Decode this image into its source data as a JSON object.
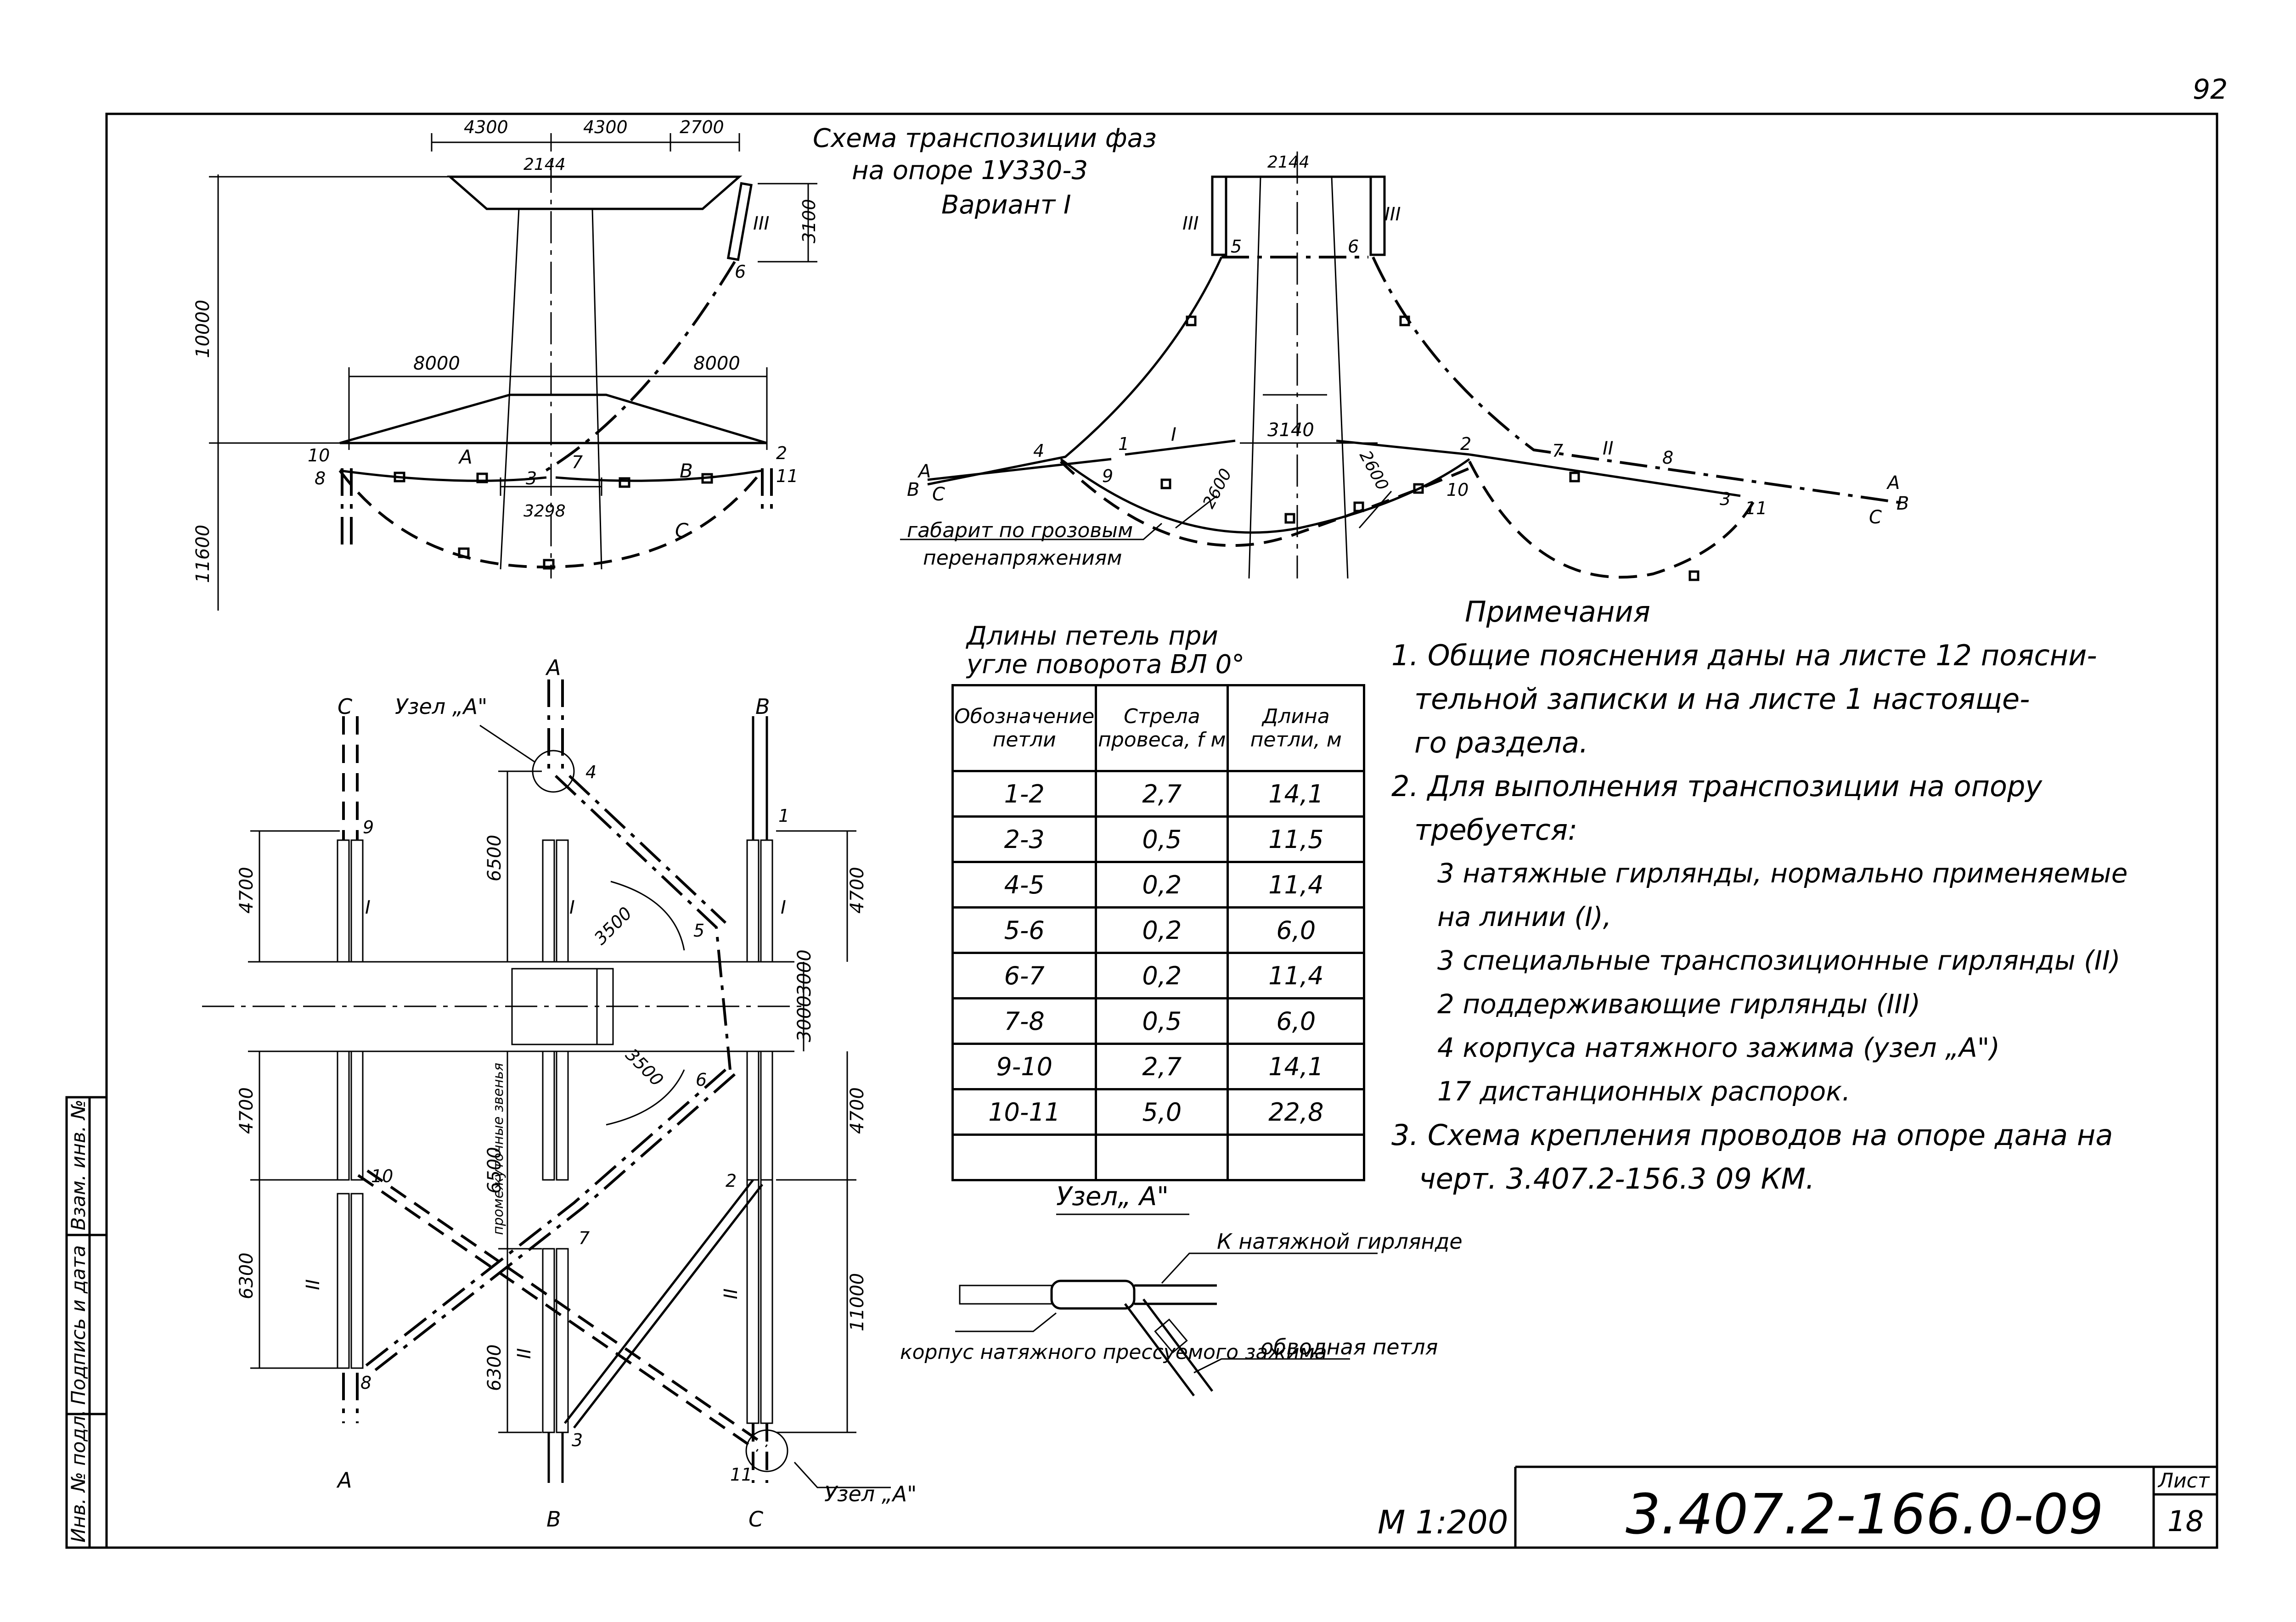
{
  "page_number": "92",
  "scheme_title": {
    "line1": "Схема транспозиции фаз",
    "line2": "на опоре 1У330-3",
    "line3": "Вариант I"
  },
  "left_view": {
    "dims_top": [
      "4300",
      "4300",
      "2700"
    ],
    "beam_label": "2144",
    "height_upper": "10000",
    "height_lower": "11600",
    "span_left": "8000",
    "span_right": "8000",
    "dim_iii": "3100",
    "base_width": "3298",
    "roman_iii": "III",
    "points": [
      "10",
      "8",
      "3",
      "7",
      "2",
      "11",
      "6"
    ],
    "phases": [
      "A",
      "B",
      "C"
    ]
  },
  "right_view": {
    "top_width": "2144",
    "mid_width": "3140",
    "dim_left": "2600",
    "dim_right": "2600",
    "roman": [
      "III",
      "III",
      "I",
      "II"
    ],
    "points": [
      "5",
      "6",
      "4",
      "1",
      "9",
      "2",
      "10",
      "7",
      "8",
      "3",
      "11"
    ],
    "left_ends": [
      "A",
      "B",
      "C"
    ],
    "right_ends": [
      "A",
      "B",
      "C"
    ],
    "clearance_line1": "габарит по грозовым",
    "clearance_line2": "перенапряжениям"
  },
  "plan_view": {
    "phase_top": [
      "C",
      "A",
      "B"
    ],
    "phase_bottom": [
      "A",
      "B",
      "C"
    ],
    "node_label": "Узел „A\"",
    "dims_left": [
      "4700",
      "4700",
      "6300"
    ],
    "dims_mid": [
      "6500",
      "6500",
      "6300"
    ],
    "dims_right": [
      "4700",
      "3000",
      "3000",
      "4700",
      "11000"
    ],
    "radius": [
      "3500",
      "3500"
    ],
    "intermediate_label": "промежуточные звенья",
    "points": [
      "9",
      "4",
      "1",
      "5",
      "6",
      "10",
      "2",
      "7",
      "8",
      "3",
      "11"
    ],
    "roman": [
      "I",
      "I",
      "I",
      "II",
      "II",
      "II"
    ]
  },
  "loops_table": {
    "caption_line1": "Длины петель при",
    "caption_line2": "угле поворота ВЛ 0°",
    "headers": [
      "Обозначение петли",
      "Стрела провеса, f м",
      "Длина петли, м"
    ],
    "rows": [
      [
        "1-2",
        "2,7",
        "14,1"
      ],
      [
        "2-3",
        "0,5",
        "11,5"
      ],
      [
        "4-5",
        "0,2",
        "11,4"
      ],
      [
        "5-6",
        "0,2",
        "6,0"
      ],
      [
        "6-7",
        "0,2",
        "11,4"
      ],
      [
        "7-8",
        "0,5",
        "6,0"
      ],
      [
        "9-10",
        "2,7",
        "14,1"
      ],
      [
        "10-11",
        "5,0",
        "22,8"
      ],
      [
        "",
        "",
        ""
      ]
    ]
  },
  "node_detail": {
    "title": "Узел„ A\"",
    "label_tension": "К натяжной гирлянде",
    "label_body": "корпус натяжного прессуемого зажима",
    "label_bypass": "обводная петля"
  },
  "notes": {
    "title": "Примечания",
    "lines": [
      "1. Общие пояснения даны на листе 12 поясни-",
      "тельной записки и на листе 1 настояще-",
      "го раздела.",
      "2. Для выполнения транспозиции на опору",
      "требуется:",
      "3 натяжные гирлянды, нормально применяемые",
      "на линии (I),",
      "3 специальные транспозиционные гирлянды (II)",
      "2 поддерживающие гирлянды (III)",
      "4 корпуса натяжного зажима (узел „А\")",
      "17 дистанционных распорок.",
      "3. Схема крепления проводов на опоре дана на",
      "черт. 3.407.2-156.3 09 КМ."
    ]
  },
  "stamp": {
    "scale": "М 1:200",
    "doc_number": "3.407.2-166.0-09",
    "sheet_label": "Лист",
    "sheet_number": "18",
    "side_labels": [
      "Инв. № подл.",
      "Подпись и дата",
      "Взам. инв. №"
    ]
  }
}
